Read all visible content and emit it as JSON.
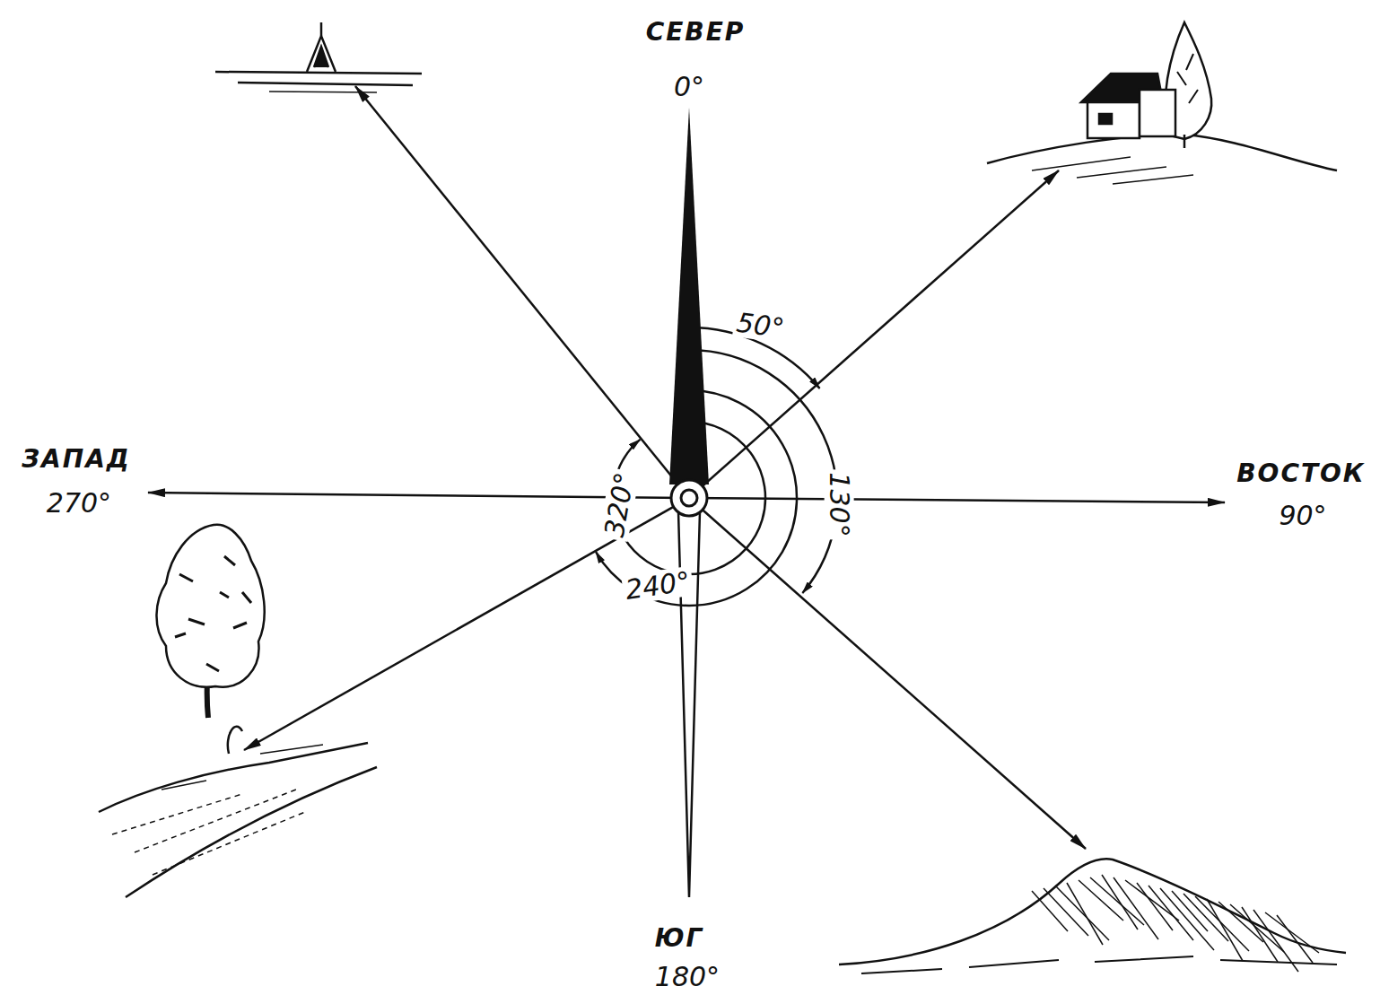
{
  "diagram": {
    "labels": [
      "СЕВЕР",
      "0°",
      "ЗАПАД",
      "270°",
      "ВОСТОК",
      "90°",
      "ЮГ",
      "180°",
      "50°",
      "130°",
      "240°",
      "320°"
    ]
  }
}
